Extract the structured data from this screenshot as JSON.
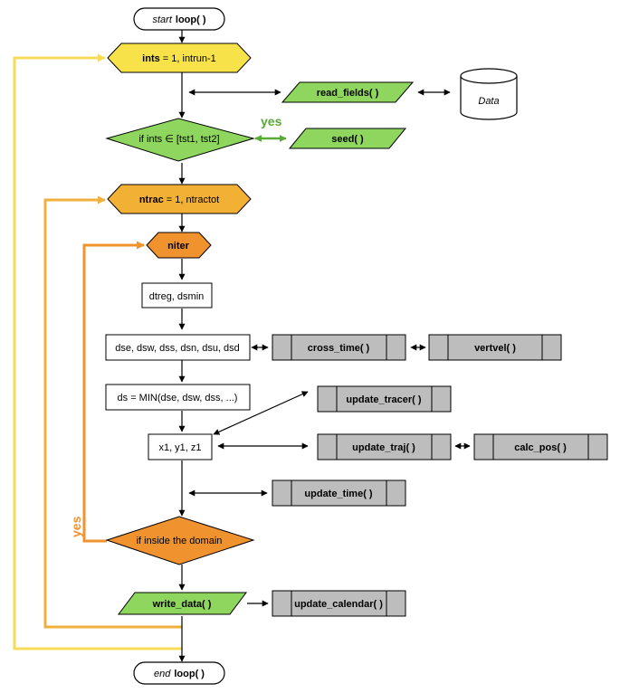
{
  "colors": {
    "yellow": "#f7e24a",
    "green": "#8fd65e",
    "orange_light": "#f2b035",
    "orange": "#f0922e",
    "gray": "#bdbdbd",
    "yellow_loop": "#f7dc5a",
    "orange_loop": "#f1b03c",
    "orange_yes": "#f0922e",
    "green_yes": "#5aaa37"
  },
  "nodes": {
    "start": {
      "prefix": "start",
      "name": "loop( )"
    },
    "ints": {
      "var": "ints",
      "rest": " = 1, intrun-1"
    },
    "read_fields": {
      "label": "read_fields( )"
    },
    "data": {
      "label": "Data"
    },
    "if_ints": {
      "label": "if ints ∈ [tst1, tst2]"
    },
    "yes_green": {
      "label": "yes"
    },
    "seed": {
      "label": "seed( )"
    },
    "ntrac": {
      "var": "ntrac",
      "rest": " = 1, ntractot"
    },
    "niter": {
      "label": "niter"
    },
    "dtreg": {
      "label": "dtreg, dsmin"
    },
    "dse": {
      "label": "dse, dsw, dss, dsn, dsu, dsd"
    },
    "cross_time": {
      "label": "cross_time( )"
    },
    "vertvel": {
      "label": "vertvel( )"
    },
    "ds_min": {
      "label": "ds = MIN(dse, dsw, dss, ...)"
    },
    "update_tracer": {
      "label": "update_tracer( )"
    },
    "xyz": {
      "label": "x1, y1, z1"
    },
    "update_traj": {
      "label": "update_traj( )"
    },
    "calc_pos": {
      "label": "calc_pos( )"
    },
    "update_time": {
      "label": "update_time( )"
    },
    "inside": {
      "label": "if inside the domain"
    },
    "yes_orange": {
      "label": "yes"
    },
    "write_data": {
      "label": "write_data( )"
    },
    "update_calendar": {
      "label": "update_calendar( )"
    },
    "end": {
      "prefix": "end",
      "name": "loop( )"
    }
  }
}
